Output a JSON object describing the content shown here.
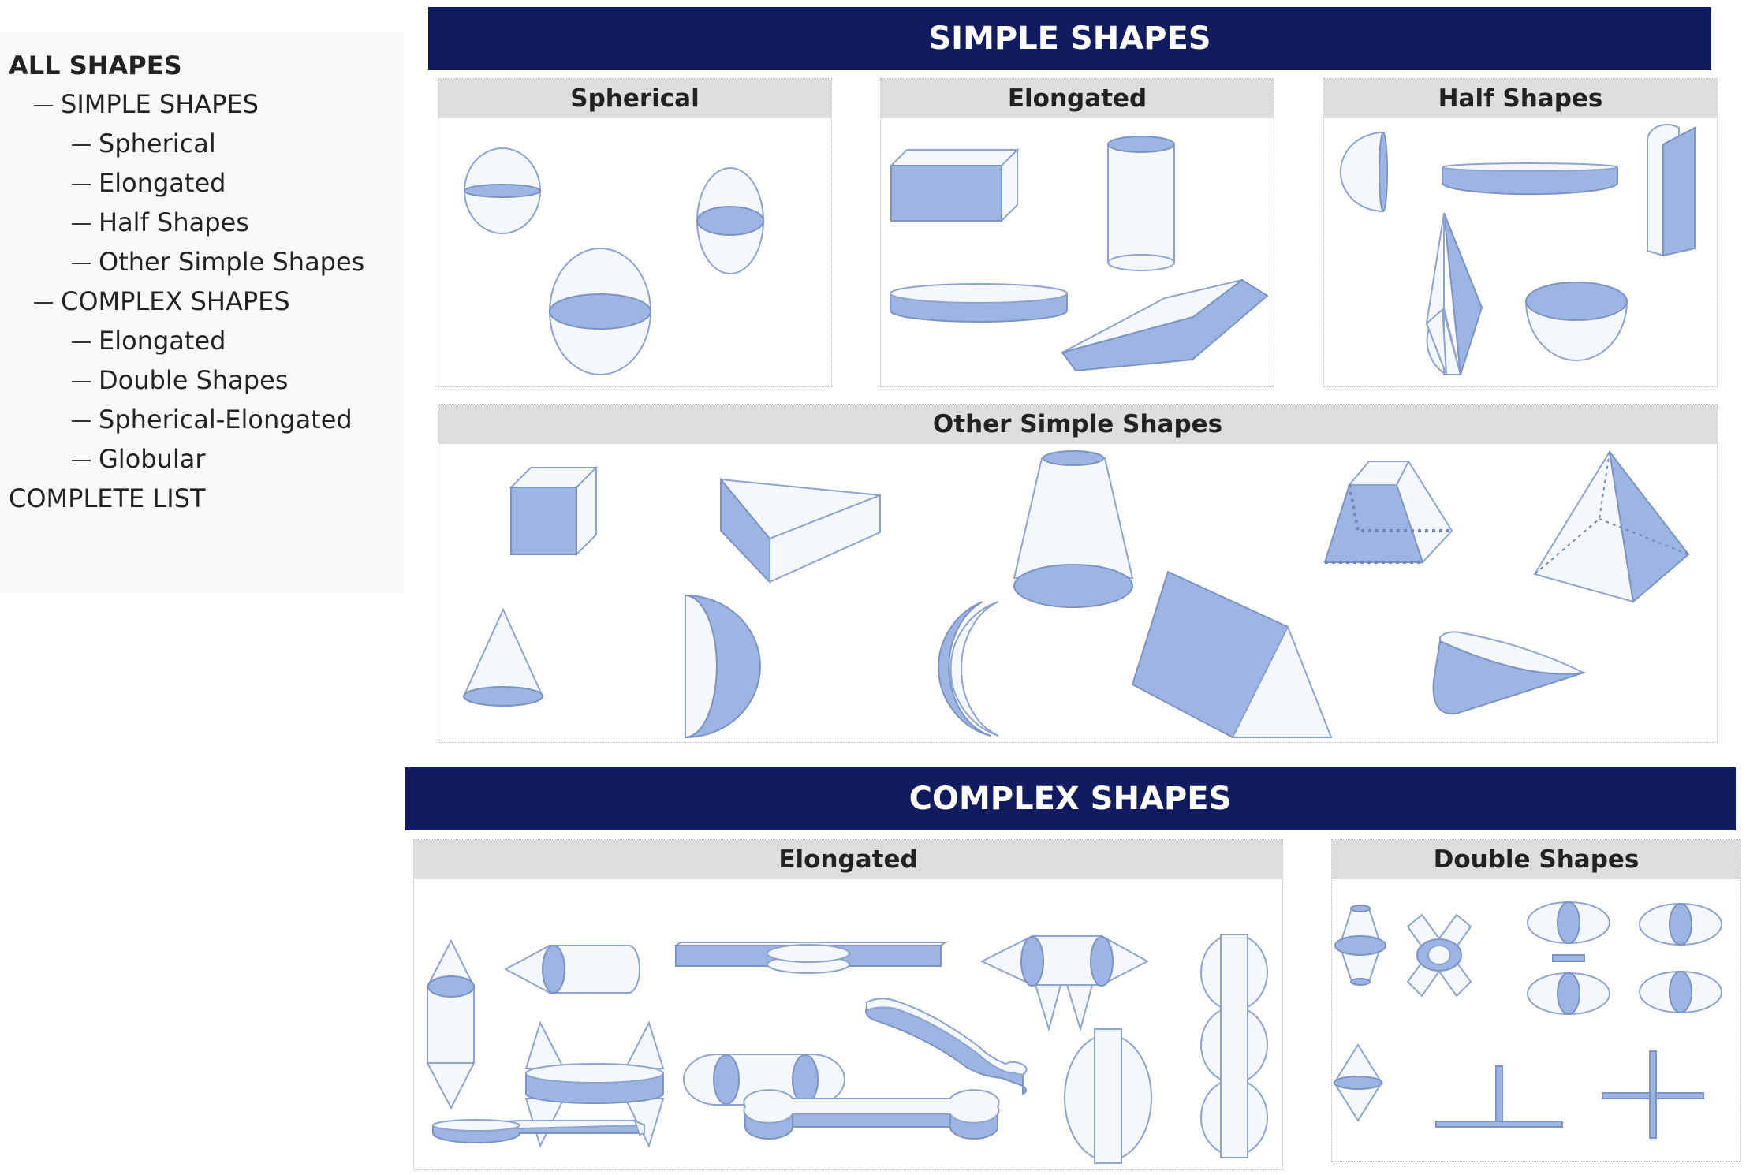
{
  "nav": {
    "all_shapes": "ALL SHAPES",
    "simple_shapes": "SIMPLE SHAPES",
    "simple_items": [
      "Spherical",
      "Elongated",
      "Half Shapes",
      "Other Simple Shapes"
    ],
    "complex_shapes": "COMPLEX SHAPES",
    "complex_items": [
      "Elongated",
      "Double Shapes",
      "Spherical-Elongated",
      "Globular"
    ],
    "complete_list": "COMPLETE LIST"
  },
  "simple_section": {
    "title": "SIMPLE SHAPES",
    "panels": {
      "spherical": "Spherical",
      "elongated": "Elongated",
      "half_shapes": "Half Shapes",
      "other_simple": "Other Simple Shapes"
    }
  },
  "complex_section": {
    "title": "COMPLEX SHAPES",
    "panels": {
      "elongated": "Elongated",
      "double_shapes": "Double Shapes"
    }
  },
  "colors": {
    "header_bg": "#111c60",
    "panel_title_bg": "#dedede",
    "shape_fill": "#9db5e3",
    "shape_light": "#f4f8fd"
  }
}
